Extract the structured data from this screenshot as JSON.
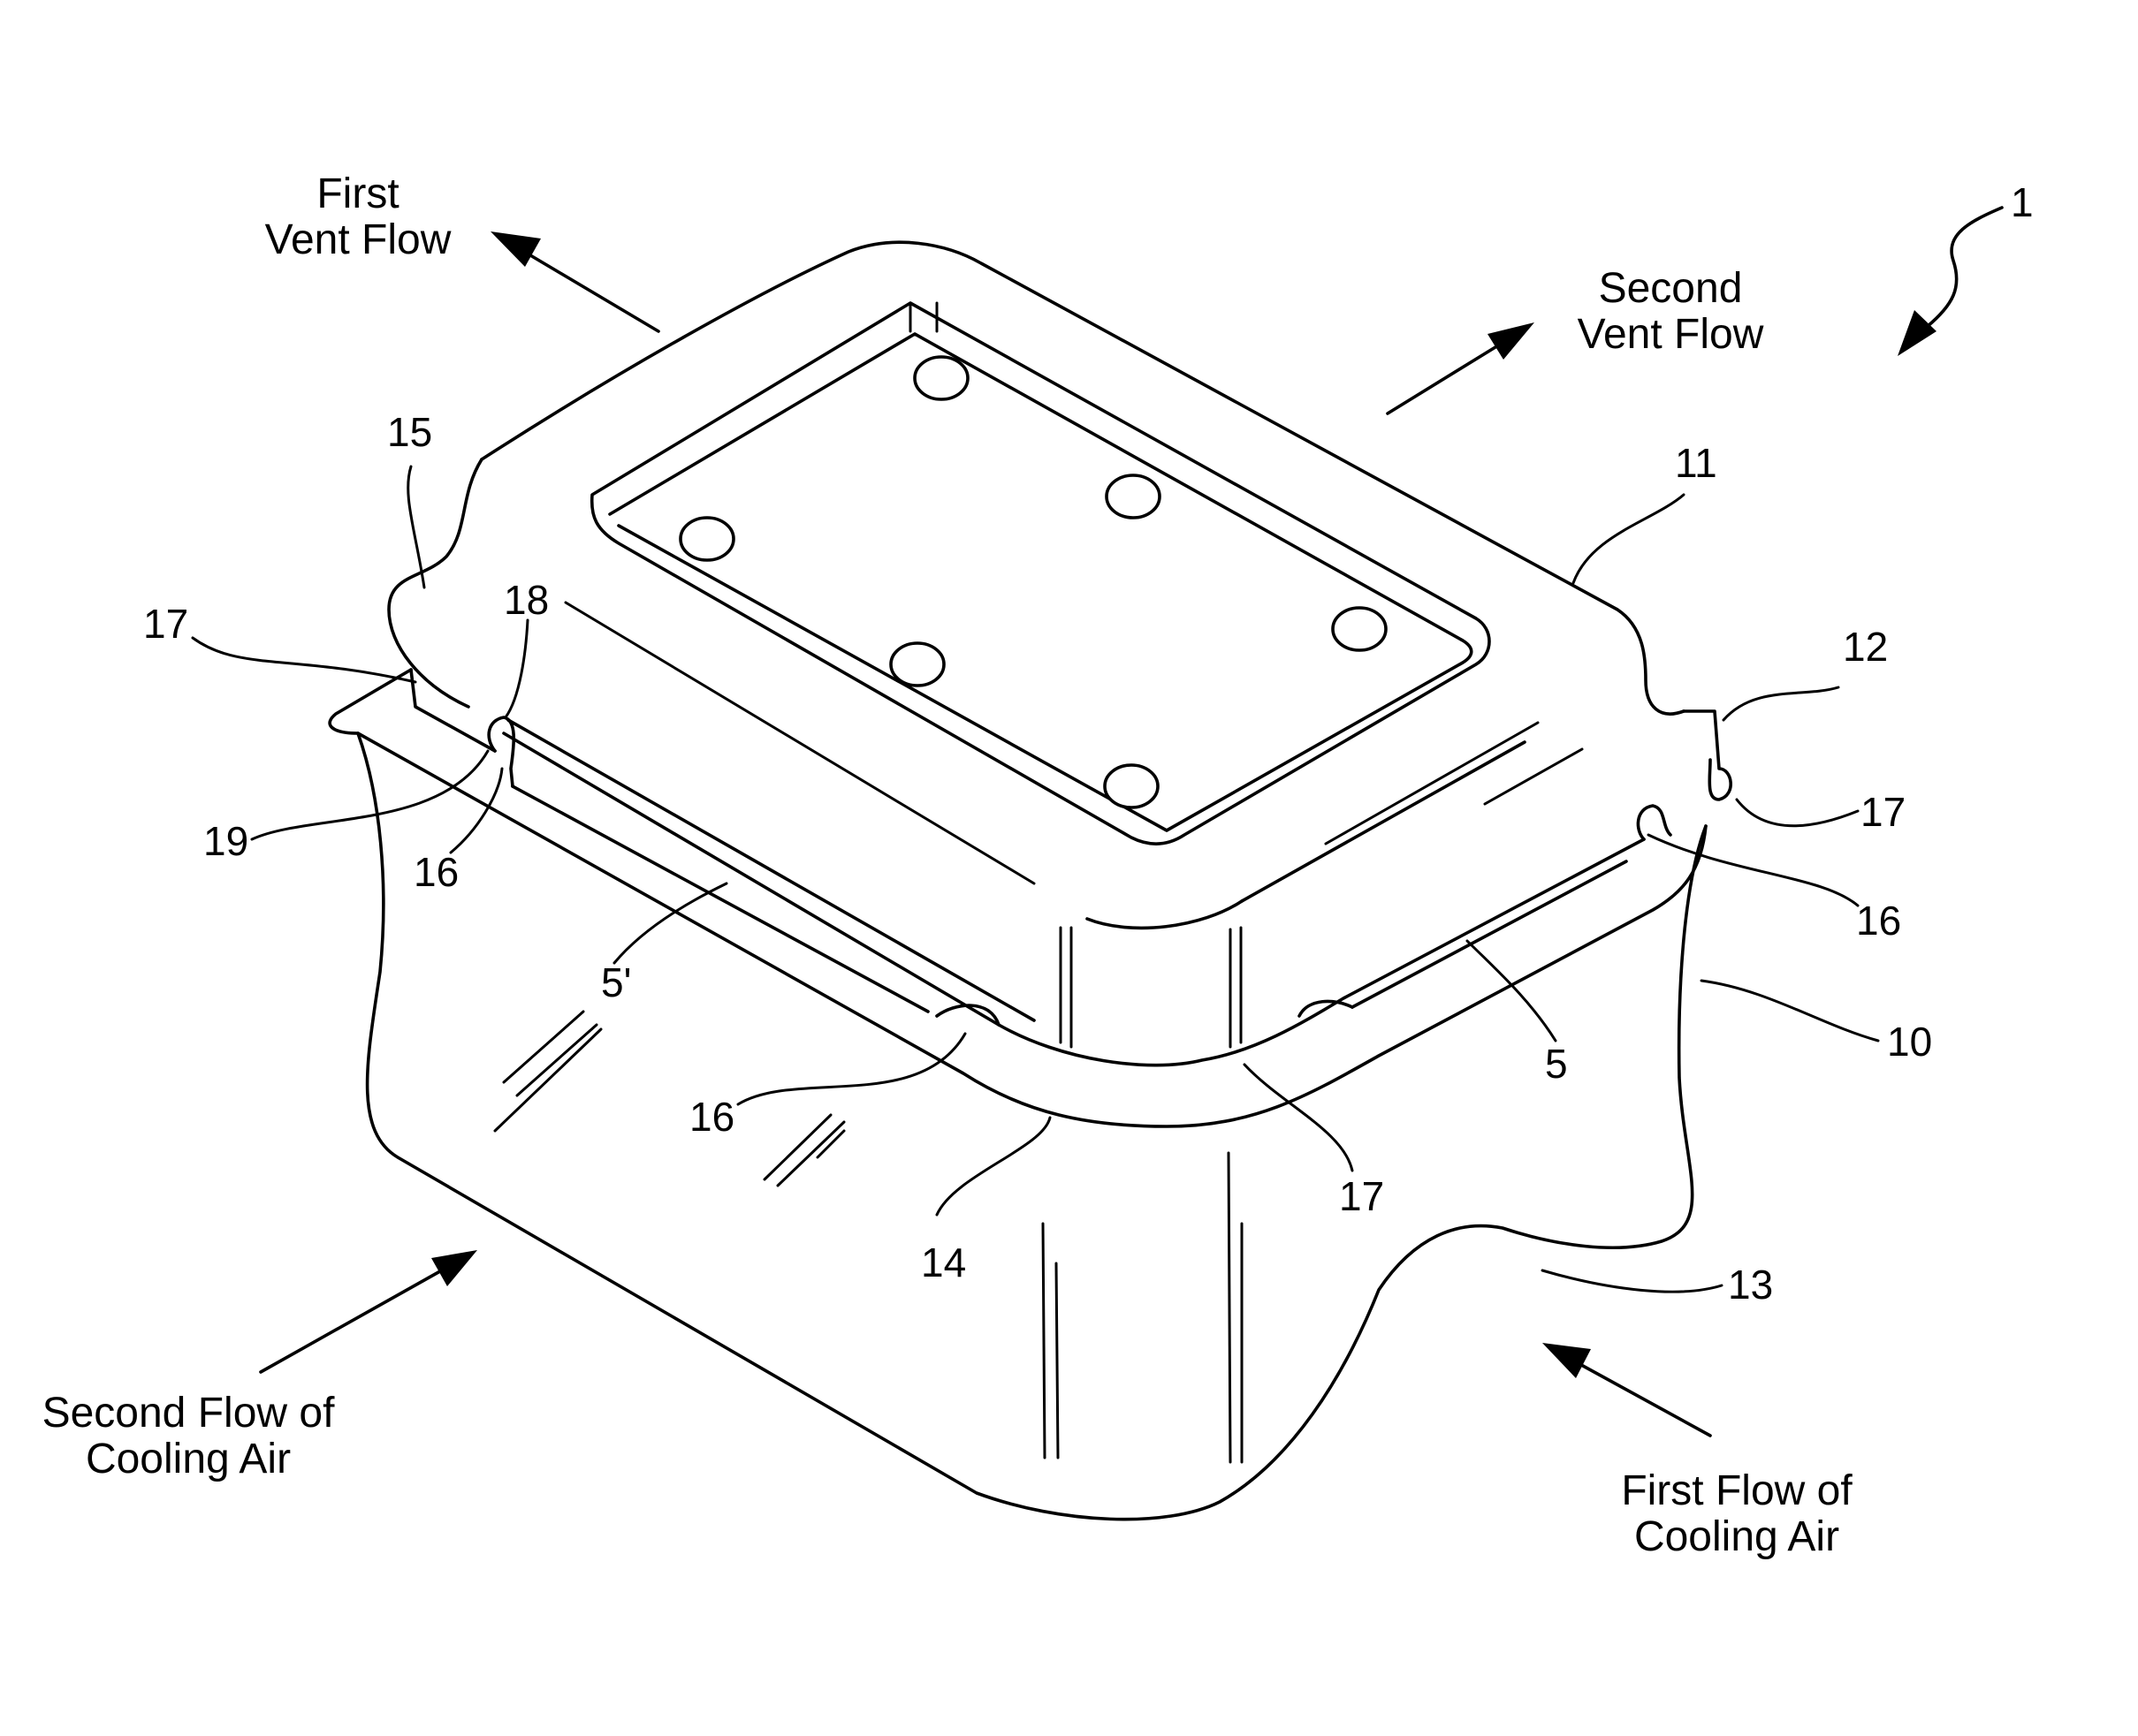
{
  "figure": {
    "reference_numerals": {
      "device": "1",
      "container": "10",
      "lid": "11",
      "r12": "12",
      "r13": "13",
      "r14": "14",
      "r15": "15",
      "r16": "16",
      "r17": "17",
      "r18": "18",
      "r19": "19",
      "r5": "5",
      "r5_prime": "5'"
    },
    "flow_labels": {
      "first_vent_flow": [
        "First",
        "Vent Flow"
      ],
      "second_vent_flow": [
        "Second",
        "Vent Flow"
      ],
      "first_cooling_air": [
        "First Flow of",
        "Cooling Air"
      ],
      "second_cooling_air": [
        "Second Flow of",
        "Cooling Air"
      ]
    }
  }
}
